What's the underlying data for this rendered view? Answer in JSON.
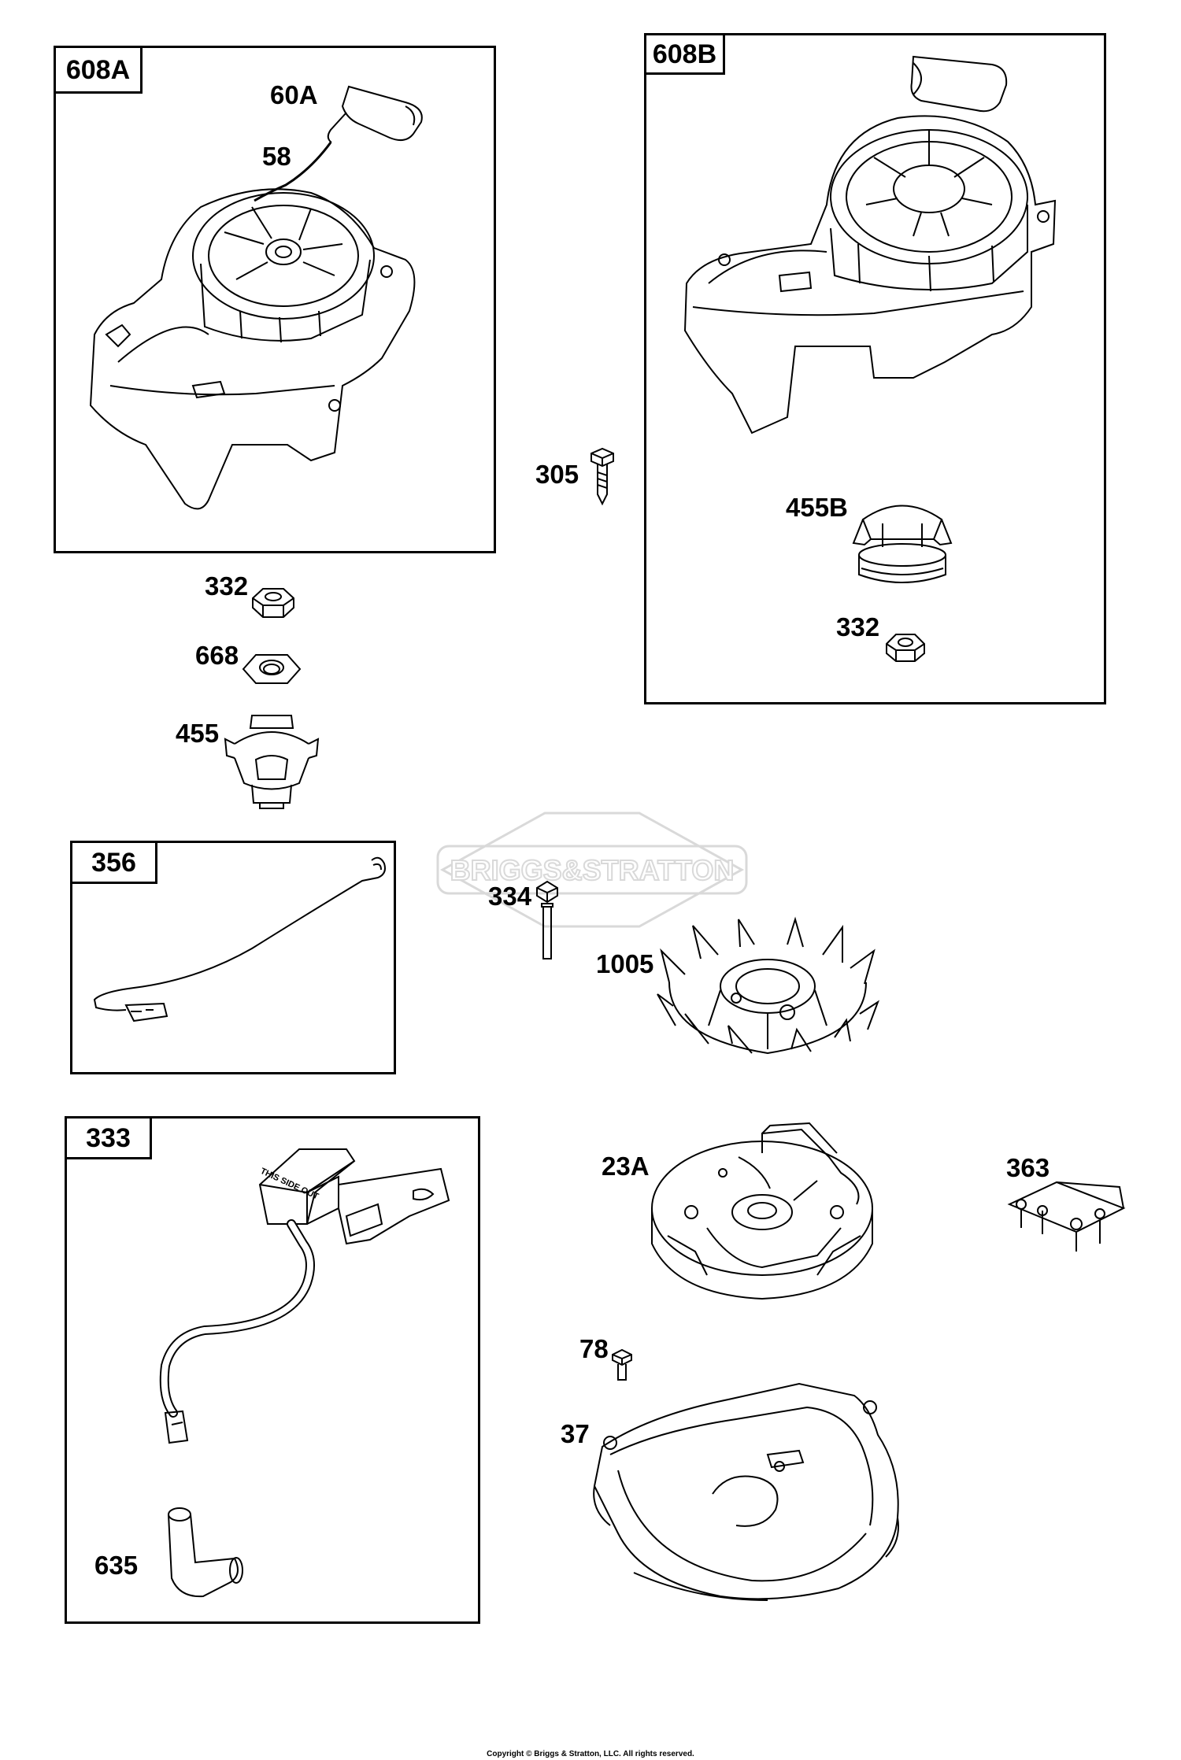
{
  "boxes": {
    "b608a": "608A",
    "b608b": "608B",
    "b356": "356",
    "b333": "333"
  },
  "callouts": {
    "c60a": "60A",
    "c58": "58",
    "c305": "305",
    "c455b": "455B",
    "c332b": "332",
    "c332": "332",
    "c668": "668",
    "c455": "455",
    "c334": "334",
    "c1005": "1005",
    "c23a": "23A",
    "c363": "363",
    "c78": "78",
    "c37": "37",
    "c635": "635"
  },
  "watermark": "BRIGGS&STRATTON",
  "part_text": {
    "coil_this_side_out": "THIS SIDE OUT"
  },
  "footer": {
    "copyright": "Copyright © Briggs & Stratton, LLC. All rights reserved."
  },
  "colors": {
    "line": "#000000",
    "watermark": "#d9d9d9",
    "background": "#ffffff"
  }
}
